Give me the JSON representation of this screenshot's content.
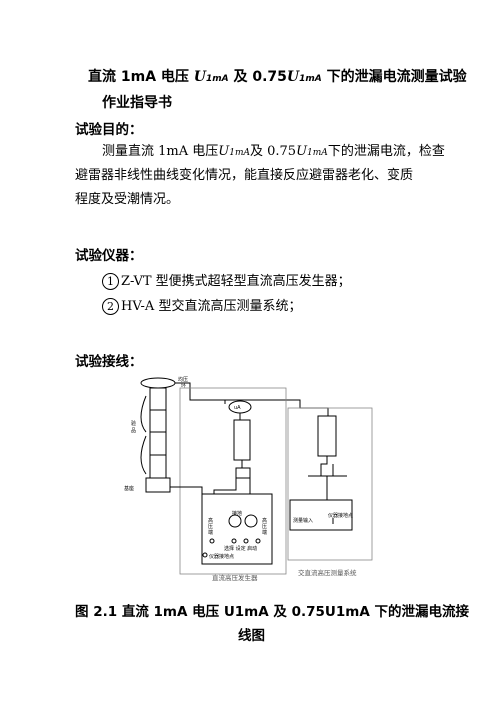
{
  "title": {
    "line1_a": "直流 1mA 电压 ",
    "line1_u1": "U",
    "line1_u1_sub": "1mA",
    "line1_b": " 及 0.75",
    "line1_u2": "U",
    "line1_u2_sub": "1mA",
    "line1_c": " 下的泄漏电流测量试验",
    "line2": "作业指导书"
  },
  "purpose": {
    "heading": "试验目的：",
    "text1_a": "测量直流 1mA 电压",
    "text1_u": "U",
    "text1_u_sub": "1mA",
    "text1_b": "及 0.75",
    "text1_u2": "U",
    "text1_u2_sub": "1mA",
    "text1_c": "下的泄漏电流，检查",
    "text2": "避雷器非线性曲线变化情况，能直接反应避雷器老化、变质",
    "text3": "程度及受潮情况。"
  },
  "instruments": {
    "heading": "试验仪器：",
    "items": [
      {
        "num": "1",
        "text": "Z-VT 型便携式超轻型直流高压发生器；"
      },
      {
        "num": "2",
        "text": "HV-A 型交直流高压测量系统；"
      }
    ]
  },
  "wiring": {
    "heading": "试验接线："
  },
  "diagram": {
    "label_ring_1": "均压",
    "label_ring_2": "环",
    "label_arrester_1": "验",
    "label_arrester_2": "品",
    "label_base": "基座",
    "label_meter": "uA",
    "gen_ground": "接地",
    "gen_hv_left_1": "高",
    "gen_hv_left_2": "压",
    "gen_hv_left_3": "端",
    "gen_hv_right_1": "高",
    "gen_hv_right_2": "压",
    "gen_hv_right_3": "端",
    "gen_controls": "选择  设定  启动",
    "gen_ground_point": "仪器接地点",
    "meas_input": "测量输入",
    "meas_ground_point": "仪器接地点",
    "caption_meas": "交直流高压测量系统",
    "caption_gen": "直流高压发生器"
  },
  "figure_caption": {
    "line1": "图 2.1  直流 1mA 电压 U1mA 及 0.75U1mA 下的泄漏电流接",
    "line2": "线图"
  }
}
